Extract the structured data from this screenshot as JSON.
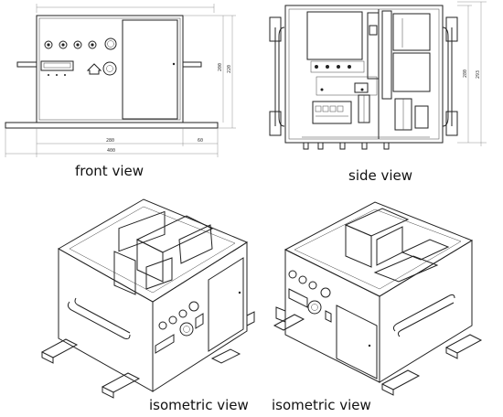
{
  "captions": {
    "front": "front view",
    "side": "side view",
    "iso_left": "isometric view",
    "iso_right": "isometric view"
  },
  "dimensions": {
    "front_width_inner": "280",
    "front_width_right": "60",
    "front_width_total": "400",
    "front_height_inner": "200",
    "front_height_total": "220",
    "side_height_inner": "280",
    "side_height_total": "293"
  }
}
